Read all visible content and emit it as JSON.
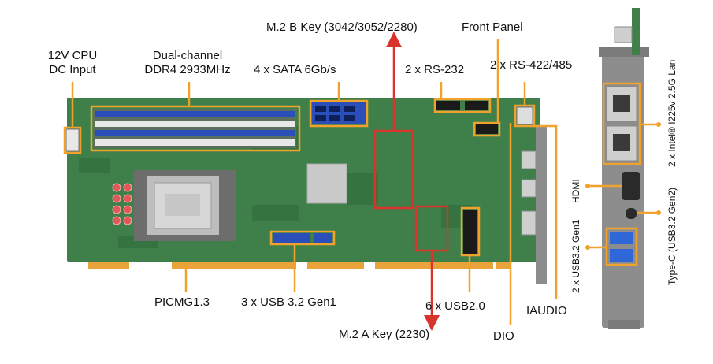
{
  "colors": {
    "board": "#3f7f4a",
    "board_dark": "#2f6a3a",
    "gold": "#e9a33a",
    "callout": "#f0a22c",
    "red": "#d9342b",
    "dimm_blue": "#2a4fb8",
    "usb_blue": "#2f67d8",
    "bracket": "#8d8d8d"
  },
  "labels": {
    "cpu_power": "12V CPU\nDC Input",
    "ddr4": "Dual-channel\nDDR4 2933MHz",
    "sata": "4 x SATA 6Gb/s",
    "m2b": "M.2 B Key (3042/3052/2280)",
    "front_panel": "Front Panel",
    "rs232": "2 x RS-232",
    "rs422": "2 x RS-422/485",
    "picmg": "PICMG1.3",
    "usb32": "3 x USB 3.2 Gen1",
    "usb20": "6 x USB2.0",
    "m2a": "M.2 A Key (2230)",
    "dio": "DIO",
    "iaudio": "IAUDIO",
    "lan": "2 x Intel® I225v 2.5G Lan",
    "hdmi": "HDMI",
    "rear_usb": "2 x USB3.2 Gen1",
    "typec": "Type-C (USB3.2 Gen2)"
  }
}
